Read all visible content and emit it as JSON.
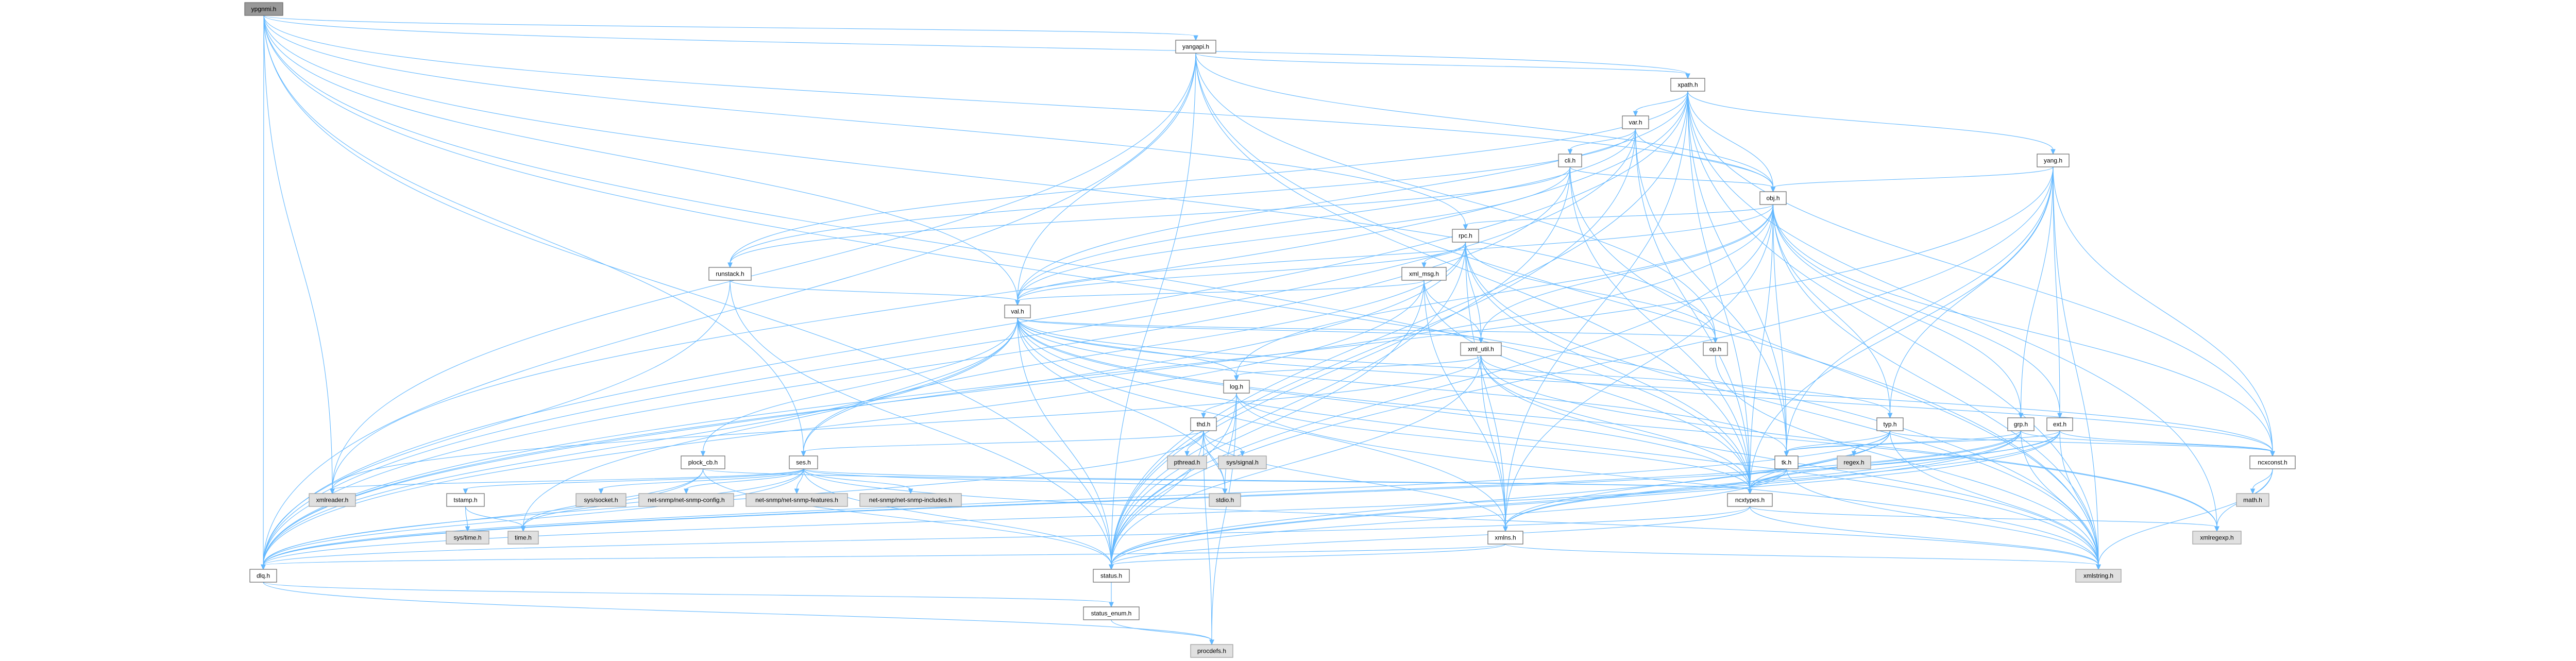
{
  "title": "ypgnmi.h include dependency graph",
  "colors": {
    "edge": "#63b8ff",
    "root_fill": "#999999",
    "external_fill": "#e0e0e0",
    "internal_fill": "#ffffff"
  },
  "nodes": [
    {
      "id": "ypgnmi",
      "label": "ypgnmi.h",
      "kind": "root"
    },
    {
      "id": "yangapi",
      "label": "yangapi.h",
      "kind": "internal"
    },
    {
      "id": "xpath",
      "label": "xpath.h",
      "kind": "internal"
    },
    {
      "id": "var",
      "label": "var.h",
      "kind": "internal"
    },
    {
      "id": "cli",
      "label": "cli.h",
      "kind": "internal"
    },
    {
      "id": "yang",
      "label": "yang.h",
      "kind": "internal"
    },
    {
      "id": "obj",
      "label": "obj.h",
      "kind": "internal"
    },
    {
      "id": "rpc",
      "label": "rpc.h",
      "kind": "internal"
    },
    {
      "id": "runstack",
      "label": "runstack.h",
      "kind": "internal"
    },
    {
      "id": "xml_msg",
      "label": "xml_msg.h",
      "kind": "internal"
    },
    {
      "id": "val",
      "label": "val.h",
      "kind": "internal"
    },
    {
      "id": "op",
      "label": "op.h",
      "kind": "internal"
    },
    {
      "id": "xml_util",
      "label": "xml_util.h",
      "kind": "internal"
    },
    {
      "id": "log",
      "label": "log.h",
      "kind": "internal"
    },
    {
      "id": "thd",
      "label": "thd.h",
      "kind": "internal"
    },
    {
      "id": "typ",
      "label": "typ.h",
      "kind": "internal"
    },
    {
      "id": "grp",
      "label": "grp.h",
      "kind": "internal"
    },
    {
      "id": "ext",
      "label": "ext.h",
      "kind": "internal"
    },
    {
      "id": "plock_cb",
      "label": "plock_cb.h",
      "kind": "internal"
    },
    {
      "id": "ses",
      "label": "ses.h",
      "kind": "internal"
    },
    {
      "id": "pthread",
      "label": "pthread.h",
      "kind": "external"
    },
    {
      "id": "sys_signal",
      "label": "sys/signal.h",
      "kind": "external"
    },
    {
      "id": "tk",
      "label": "tk.h",
      "kind": "internal"
    },
    {
      "id": "regex",
      "label": "regex.h",
      "kind": "external"
    },
    {
      "id": "ncxconst",
      "label": "ncxconst.h",
      "kind": "internal"
    },
    {
      "id": "xmlreader",
      "label": "xmlreader.h",
      "kind": "external"
    },
    {
      "id": "tstamp",
      "label": "tstamp.h",
      "kind": "internal"
    },
    {
      "id": "sys_socket",
      "label": "sys/socket.h",
      "kind": "external"
    },
    {
      "id": "snmp_config",
      "label": "net-snmp/net-snmp-config.h",
      "kind": "external"
    },
    {
      "id": "snmp_features",
      "label": "net-snmp/net-snmp-features.h",
      "kind": "external"
    },
    {
      "id": "snmp_includes",
      "label": "net-snmp/net-snmp-includes.h",
      "kind": "external"
    },
    {
      "id": "stdio",
      "label": "stdio.h",
      "kind": "external"
    },
    {
      "id": "ncxtypes",
      "label": "ncxtypes.h",
      "kind": "internal"
    },
    {
      "id": "math",
      "label": "math.h",
      "kind": "external"
    },
    {
      "id": "sys_time",
      "label": "sys/time.h",
      "kind": "external"
    },
    {
      "id": "time",
      "label": "time.h",
      "kind": "external"
    },
    {
      "id": "xmlns",
      "label": "xmlns.h",
      "kind": "internal"
    },
    {
      "id": "xmlregexp",
      "label": "xmlregexp.h",
      "kind": "external"
    },
    {
      "id": "dlq",
      "label": "dlq.h",
      "kind": "internal"
    },
    {
      "id": "status",
      "label": "status.h",
      "kind": "internal"
    },
    {
      "id": "xmlstring",
      "label": "xmlstring.h",
      "kind": "external"
    },
    {
      "id": "status_enum",
      "label": "status_enum.h",
      "kind": "internal"
    },
    {
      "id": "procdefs",
      "label": "procdefs.h",
      "kind": "external"
    }
  ],
  "edges": [
    [
      "ypgnmi",
      "yangapi"
    ],
    [
      "ypgnmi",
      "xpath"
    ],
    [
      "ypgnmi",
      "obj"
    ],
    [
      "ypgnmi",
      "val"
    ],
    [
      "ypgnmi",
      "op"
    ],
    [
      "ypgnmi",
      "ses"
    ],
    [
      "ypgnmi",
      "dlq"
    ],
    [
      "ypgnmi",
      "status"
    ],
    [
      "ypgnmi",
      "ncxtypes"
    ],
    [
      "ypgnmi",
      "xmlstring"
    ],
    [
      "ypgnmi",
      "xmlreader"
    ],
    [
      "ypgnmi",
      "rpc"
    ],
    [
      "yangapi",
      "xpath"
    ],
    [
      "yangapi",
      "obj"
    ],
    [
      "yangapi",
      "val"
    ],
    [
      "yangapi",
      "dlq"
    ],
    [
      "yangapi",
      "status"
    ],
    [
      "yangapi",
      "ncxtypes"
    ],
    [
      "yangapi",
      "xmlstring"
    ],
    [
      "yangapi",
      "op"
    ],
    [
      "yangapi",
      "xmlreader"
    ],
    [
      "xpath",
      "var"
    ],
    [
      "xpath",
      "obj"
    ],
    [
      "xpath",
      "yang"
    ],
    [
      "xpath",
      "val"
    ],
    [
      "xpath",
      "tk"
    ],
    [
      "xpath",
      "ncxtypes"
    ],
    [
      "xpath",
      "xmlstring"
    ],
    [
      "xpath",
      "dlq"
    ],
    [
      "xpath",
      "xmlreader"
    ],
    [
      "xpath",
      "xmlregexp"
    ],
    [
      "xpath",
      "status"
    ],
    [
      "xpath",
      "xmlns"
    ],
    [
      "xpath",
      "ncxconst"
    ],
    [
      "xpath",
      "runstack"
    ],
    [
      "var",
      "cli"
    ],
    [
      "var",
      "obj"
    ],
    [
      "var",
      "val"
    ],
    [
      "var",
      "dlq"
    ],
    [
      "var",
      "runstack"
    ],
    [
      "var",
      "ncxtypes"
    ],
    [
      "var",
      "status"
    ],
    [
      "var",
      "tk"
    ],
    [
      "cli",
      "obj"
    ],
    [
      "cli",
      "val"
    ],
    [
      "cli",
      "runstack"
    ],
    [
      "cli",
      "dlq"
    ],
    [
      "cli",
      "status"
    ],
    [
      "cli",
      "ncxtypes"
    ],
    [
      "cli",
      "xmlstring"
    ],
    [
      "yang",
      "obj"
    ],
    [
      "yang",
      "typ"
    ],
    [
      "yang",
      "grp"
    ],
    [
      "yang",
      "ext"
    ],
    [
      "yang",
      "ncxconst"
    ],
    [
      "yang",
      "ncxtypes"
    ],
    [
      "yang",
      "xmlstring"
    ],
    [
      "yang",
      "tk"
    ],
    [
      "yang",
      "status"
    ],
    [
      "yang",
      "dlq"
    ],
    [
      "obj",
      "rpc"
    ],
    [
      "obj",
      "val"
    ],
    [
      "obj",
      "xml_util"
    ],
    [
      "obj",
      "typ"
    ],
    [
      "obj",
      "grp"
    ],
    [
      "obj",
      "ext"
    ],
    [
      "obj",
      "tk"
    ],
    [
      "obj",
      "ncxtypes"
    ],
    [
      "obj",
      "ncxconst"
    ],
    [
      "obj",
      "xmlns"
    ],
    [
      "obj",
      "xmlstring"
    ],
    [
      "obj",
      "status"
    ],
    [
      "obj",
      "dlq"
    ],
    [
      "obj",
      "log"
    ],
    [
      "rpc",
      "xml_msg"
    ],
    [
      "rpc",
      "val"
    ],
    [
      "rpc",
      "xml_util"
    ],
    [
      "rpc",
      "op"
    ],
    [
      "rpc",
      "ses"
    ],
    [
      "rpc",
      "status"
    ],
    [
      "rpc",
      "ncxtypes"
    ],
    [
      "rpc",
      "xmlns"
    ],
    [
      "rpc",
      "dlq"
    ],
    [
      "rpc",
      "xmlstring"
    ],
    [
      "xml_msg",
      "val"
    ],
    [
      "xml_msg",
      "xml_util"
    ],
    [
      "xml_msg",
      "ncxtypes"
    ],
    [
      "xml_msg",
      "xmlns"
    ],
    [
      "xml_msg",
      "status"
    ],
    [
      "xml_msg",
      "dlq"
    ],
    [
      "runstack",
      "val"
    ],
    [
      "runstack",
      "dlq"
    ],
    [
      "runstack",
      "status"
    ],
    [
      "val",
      "xml_util"
    ],
    [
      "val",
      "log"
    ],
    [
      "val",
      "op"
    ],
    [
      "val",
      "typ"
    ],
    [
      "val",
      "plock_cb"
    ],
    [
      "val",
      "ses"
    ],
    [
      "val",
      "tk"
    ],
    [
      "val",
      "ncxtypes"
    ],
    [
      "val",
      "xmlns"
    ],
    [
      "val",
      "xmlstring"
    ],
    [
      "val",
      "status"
    ],
    [
      "val",
      "dlq"
    ],
    [
      "val",
      "stdio"
    ],
    [
      "val",
      "time"
    ],
    [
      "val",
      "xmlregexp"
    ],
    [
      "val",
      "ncxconst"
    ],
    [
      "op",
      "xmlstring"
    ],
    [
      "xml_util",
      "log"
    ],
    [
      "xml_util",
      "ncxconst"
    ],
    [
      "xml_util",
      "ncxtypes"
    ],
    [
      "xml_util",
      "xmlns"
    ],
    [
      "xml_util",
      "status"
    ],
    [
      "xml_util",
      "xmlstring"
    ],
    [
      "xml_util",
      "xmlreader"
    ],
    [
      "xml_util",
      "xmlregexp"
    ],
    [
      "log",
      "thd"
    ],
    [
      "log",
      "status"
    ],
    [
      "log",
      "stdio"
    ],
    [
      "log",
      "procdefs"
    ],
    [
      "log",
      "xmlstring"
    ],
    [
      "log",
      "ncxtypes"
    ],
    [
      "thd",
      "pthread"
    ],
    [
      "thd",
      "sys_signal"
    ],
    [
      "thd",
      "ses"
    ],
    [
      "thd",
      "status"
    ],
    [
      "thd",
      "stdio"
    ],
    [
      "thd",
      "xmlns"
    ],
    [
      "thd",
      "dlq"
    ],
    [
      "thd",
      "procdefs"
    ],
    [
      "typ",
      "tk"
    ],
    [
      "typ",
      "regex"
    ],
    [
      "typ",
      "ncxtypes"
    ],
    [
      "typ",
      "ncxconst"
    ],
    [
      "typ",
      "xmlns"
    ],
    [
      "typ",
      "status"
    ],
    [
      "typ",
      "xmlstring"
    ],
    [
      "typ",
      "dlq"
    ],
    [
      "grp",
      "tk"
    ],
    [
      "grp",
      "ncxtypes"
    ],
    [
      "grp",
      "ncxconst"
    ],
    [
      "grp",
      "xmlns"
    ],
    [
      "grp",
      "status"
    ],
    [
      "grp",
      "xmlstring"
    ],
    [
      "grp",
      "dlq"
    ],
    [
      "ext",
      "tk"
    ],
    [
      "ext",
      "ncxconst"
    ],
    [
      "ext",
      "ncxtypes"
    ],
    [
      "ext",
      "xmlns"
    ],
    [
      "ext",
      "status"
    ],
    [
      "ext",
      "xmlstring"
    ],
    [
      "ext",
      "dlq"
    ],
    [
      "plock_cb",
      "time"
    ],
    [
      "plock_cb",
      "dlq"
    ],
    [
      "plock_cb",
      "ncxtypes"
    ],
    [
      "plock_cb",
      "status"
    ],
    [
      "ses",
      "sys_socket"
    ],
    [
      "ses",
      "snmp_config"
    ],
    [
      "ses",
      "snmp_features"
    ],
    [
      "ses",
      "snmp_includes"
    ],
    [
      "ses",
      "tstamp"
    ],
    [
      "ses",
      "time"
    ],
    [
      "ses",
      "xmlreader"
    ],
    [
      "ses",
      "dlq"
    ],
    [
      "ses",
      "ncxtypes"
    ],
    [
      "ses",
      "status"
    ],
    [
      "ses",
      "stdio"
    ],
    [
      "ses",
      "xmlstring"
    ],
    [
      "tstamp",
      "sys_time"
    ],
    [
      "tstamp",
      "time"
    ],
    [
      "tk",
      "ncxtypes"
    ],
    [
      "tk",
      "dlq"
    ],
    [
      "tk",
      "status"
    ],
    [
      "tk",
      "xmlstring"
    ],
    [
      "ncxtypes",
      "xmlstring"
    ],
    [
      "ncxtypes",
      "xmlregexp"
    ],
    [
      "ncxtypes",
      "dlq"
    ],
    [
      "ncxtypes",
      "status"
    ],
    [
      "ncxconst",
      "math"
    ],
    [
      "ncxconst",
      "xmlstring"
    ],
    [
      "ncxconst",
      "xmlregexp"
    ],
    [
      "xmlns",
      "dlq"
    ],
    [
      "xmlns",
      "status"
    ],
    [
      "xmlns",
      "xmlstring"
    ],
    [
      "dlq",
      "procdefs"
    ],
    [
      "dlq",
      "status_enum"
    ],
    [
      "status",
      "status_enum"
    ],
    [
      "status_enum",
      "procdefs"
    ]
  ]
}
